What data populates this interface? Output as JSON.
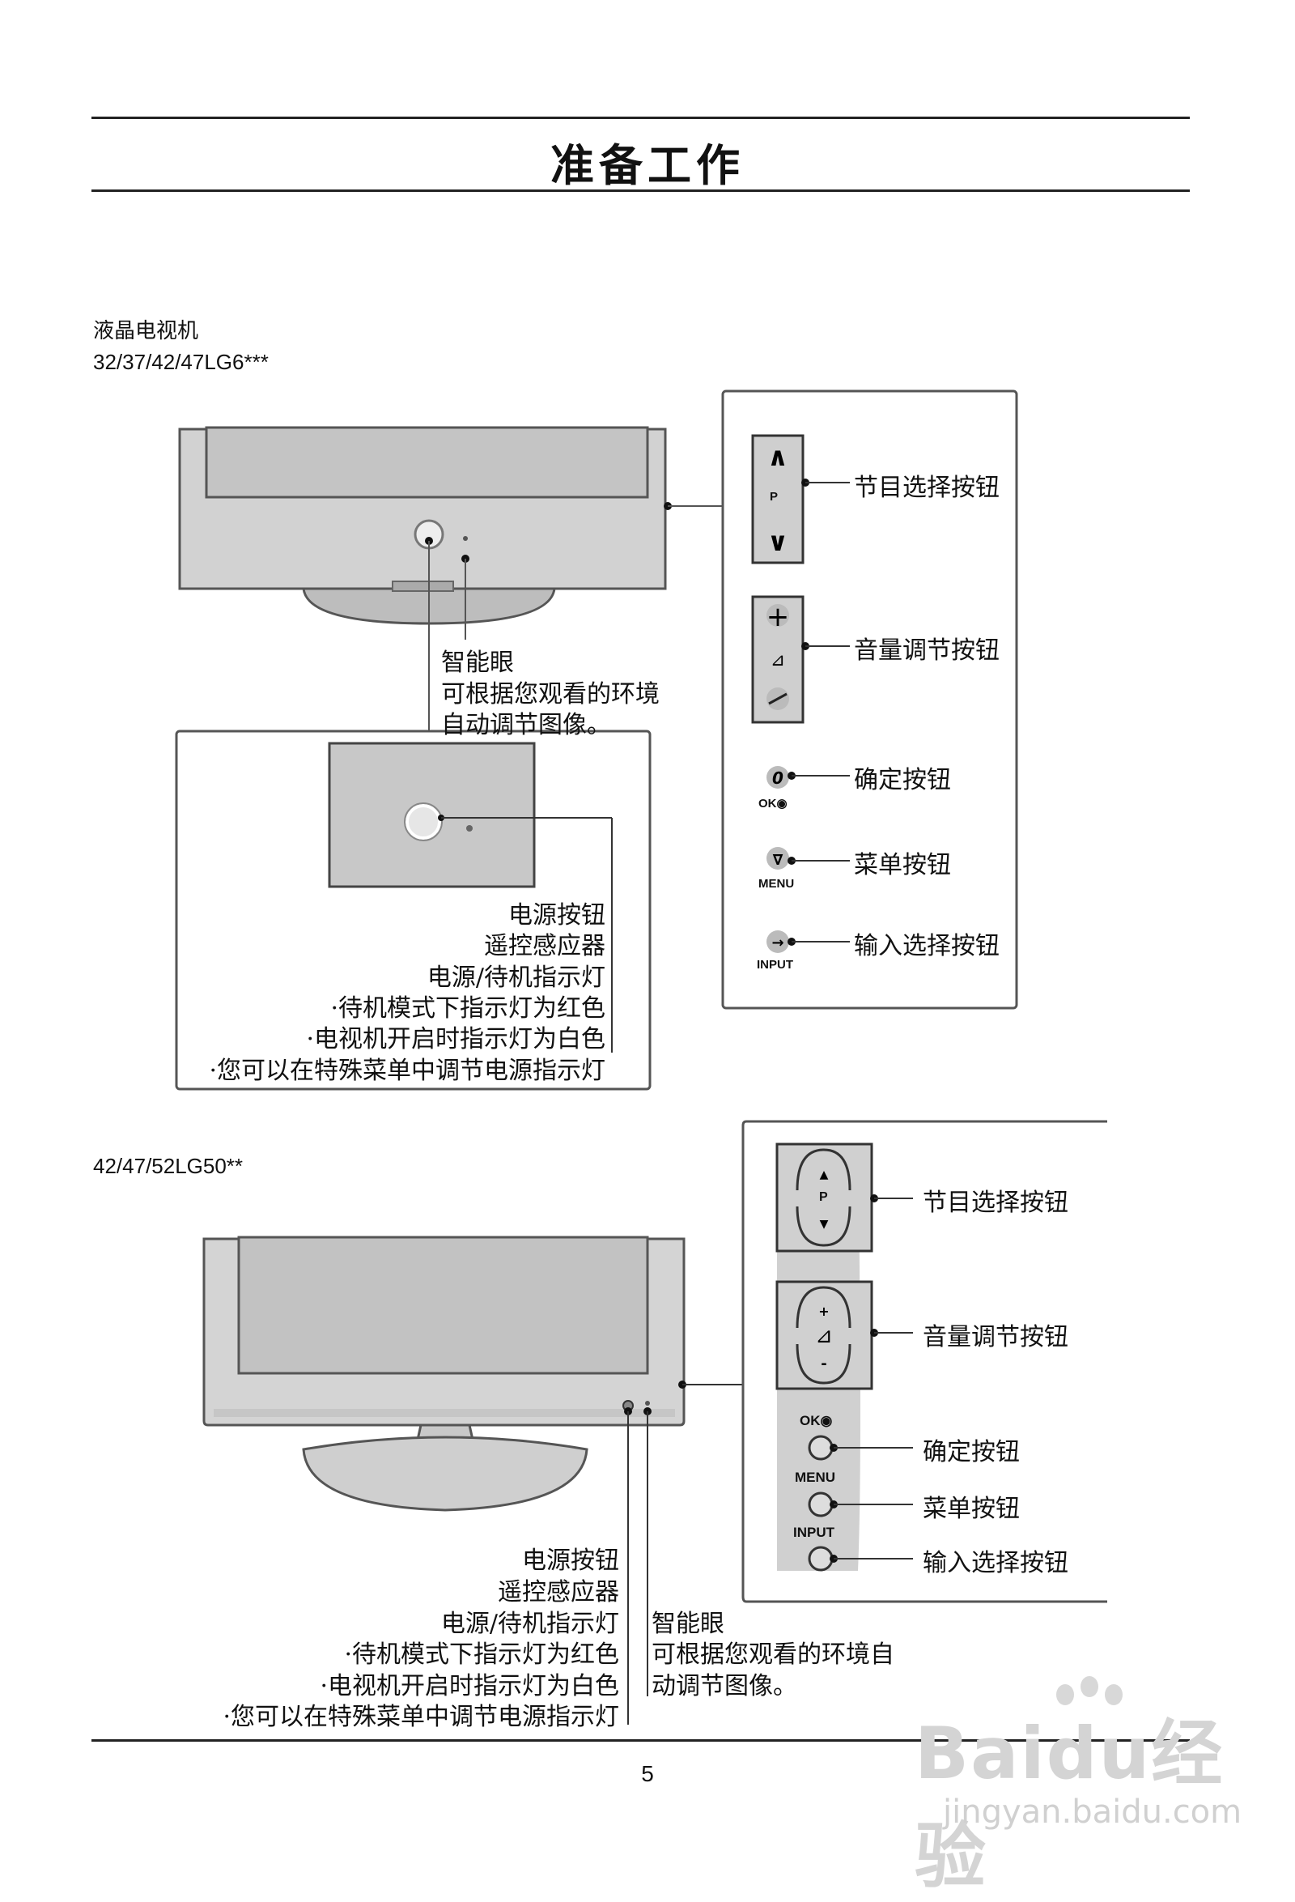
{
  "page": {
    "title": "准备工作",
    "page_number": "5"
  },
  "section1": {
    "heading": "液晶电视机",
    "model": "32/37/42/47LG6***",
    "side_panel": {
      "program_label": "节目选择按钮",
      "program_p": "P",
      "volume_label": "音量调节按钮",
      "ok_label": "确定按钮",
      "ok_text": "OK◉",
      "menu_label": "菜单按钮",
      "menu_text": "MENU",
      "input_label": "输入选择按钮",
      "input_text": "INPUT"
    },
    "smart_eye": {
      "title": "智能眼",
      "line1": "可根据您观看的环境",
      "line2": "自动调节图像。"
    },
    "power": {
      "line1": "电源按钮",
      "line2": "遥控感应器",
      "line3": "电源/待机指示灯",
      "line4": "·待机模式下指示灯为红色",
      "line5": "·电视机开启时指示灯为白色",
      "line6": "·您可以在特殊菜单中调节电源指示灯"
    }
  },
  "section2": {
    "model": "42/47/52LG50**",
    "side_panel": {
      "program_label": "节目选择按钮",
      "program_p": "P",
      "volume_label": "音量调节按钮",
      "ok_label": "确定按钮",
      "ok_text": "OK◉",
      "menu_label": "菜单按钮",
      "menu_text": "MENU",
      "input_label": "输入选择按钮",
      "input_text": "INPUT"
    },
    "power": {
      "line1": "电源按钮",
      "line2": "遥控感应器",
      "line3": "电源/待机指示灯",
      "line4": "·待机模式下指示灯为红色",
      "line5": "·电视机开启时指示灯为白色",
      "line6": "·您可以在特殊菜单中调节电源指示灯"
    },
    "smart_eye": {
      "title": "智能眼",
      "line1": "可根据您观看的环境自",
      "line2": "动调节图像。"
    }
  },
  "watermark": {
    "brand": "Baidu经验",
    "url": "jingyan.baidu.com"
  }
}
